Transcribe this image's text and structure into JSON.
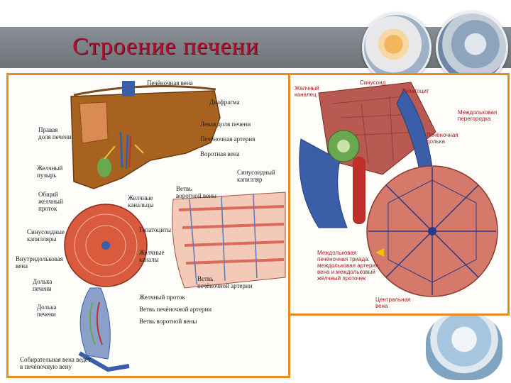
{
  "slide": {
    "title": "Строение печени"
  },
  "left_panel": {
    "labels": {
      "hepatic_vein": "Печёночная вена",
      "diaphragm": "Диафрагма",
      "left_lobe": "Левая доля печени",
      "hepatic_artery": "Печёночная артерия",
      "portal_vein": "Воротная вена",
      "right_lobe": "Правая\nдоля печени",
      "gallbladder": "Желчный\nпузырь",
      "common_bile_duct": "Общий\nжелчный\nпроток",
      "bile_ducts": "Желчные\nканальцы",
      "portal_branch": "Ветвь\nворотной вены",
      "sinusoid_capillary": "Синусоидный\nкапилляр",
      "sinusoid_capillaries": "Синусоидные\nкапилляры",
      "hepatocytes": "Гепатоциты",
      "intralobular_vein": "Внутридольковая\nвена",
      "bile_canaliculi": "Желчные\nканалы",
      "liver_lobule_1": "Долька\nпечени",
      "artery_branch_1": "Ветвь\nпечёночной артерии",
      "bile_duct": "Желчный проток",
      "artery_branch_2": "Ветвь печёночной артерии",
      "portal_branch_2": "Ветвь воротной вены",
      "liver_lobule_2": "Долька\nпечени",
      "collecting_vein": "Собирательная вена ведёт\nв печёночную вену"
    }
  },
  "right_panel": {
    "labels": {
      "bile_canal": "Желчный\nканалец",
      "sinusoid": "Синусоид",
      "hepatocyte": "Гепатоцит",
      "interlobular_septum": "Междольковая\nперегородка",
      "hepatic_lobule": "Печёночная\nдолька",
      "triad": "Междольковая\nпечёночная триада:\nмеждольковая артерия,\nвена и междольковый\nжёлчный проточек",
      "central_vein": "Центральная\nвена"
    }
  },
  "colors": {
    "title": "#b01030",
    "frame_border": "#e88c1f",
    "liver": "#a8621f",
    "lobule": "#d95a3c",
    "vein_blue": "#3a5fa8",
    "artery_red": "#c0302a",
    "bile_green": "#6aa84f"
  },
  "icons": {
    "pills_photo": "pills-photo-icon",
    "lab_photo": "laboratory-photo-icon",
    "doctor_photo": "doctor-photo-icon"
  }
}
